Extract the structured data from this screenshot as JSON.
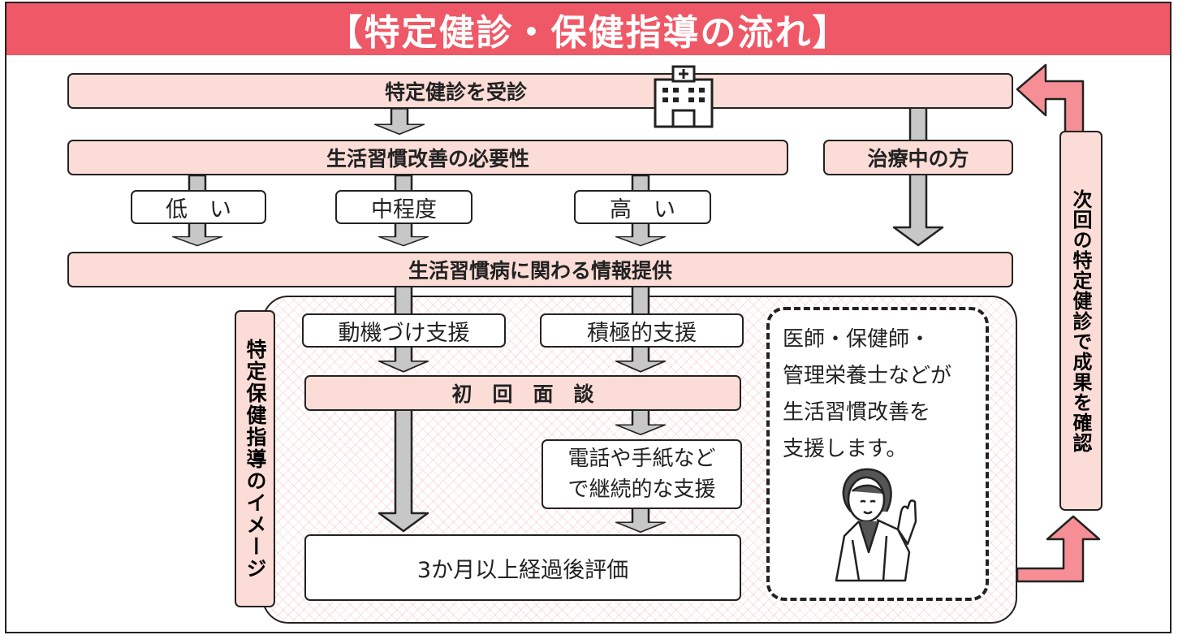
{
  "title": "【特定健診・保健指導の流れ】",
  "nodes": {
    "checkup": "特定健診を受診",
    "necessity": "生活習慣改善の必要性",
    "treatment": "治療中の方",
    "low": "低　い",
    "medium": "中程度",
    "high": "高　い",
    "info": "生活習慣病に関わる情報提供",
    "motivation": "動機づけ支援",
    "active": "積極的支援",
    "first_interview": "初　回　面　談",
    "continuous": "電話や手紙など\nで継続的な支援",
    "evaluation": "3か月以上経過後評価"
  },
  "side_labels": {
    "guidance_image": "特定保健指導のイメージ",
    "next_checkup": "次回の特定健診で成果を確認"
  },
  "note_lines": [
    "医師・保健師・",
    "管理栄養士などが",
    "生活習慣改善を",
    "支援します。"
  ],
  "icons": [
    "hospital-icon",
    "doctor-illustration"
  ],
  "colors": {
    "accent": "#ef5866",
    "box_fill": "#fbdcd6",
    "loop_arrow": "#f58f95",
    "arrow_gray": "#c7c7c7"
  }
}
